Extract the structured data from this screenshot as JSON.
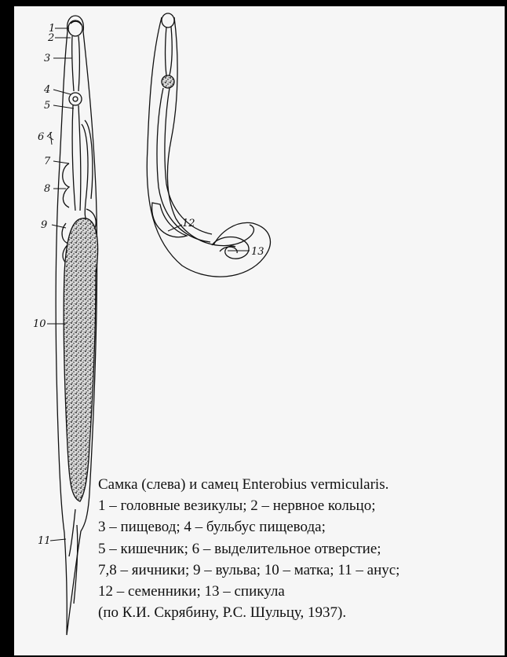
{
  "labels": {
    "l1": "1",
    "l2": "2",
    "l3": "3",
    "l4": "4",
    "l5": "5",
    "l6": "6",
    "l7": "7",
    "l8": "8",
    "l9": "9",
    "l10": "10",
    "l11": "11",
    "l12": "12",
    "l13": "13"
  },
  "caption": {
    "line1": "Самка (слева) и самец Enterobius vermicularis.",
    "line2": "1 – головные везикулы; 2 – нервное кольцо;",
    "line3": "3 – пищевод; 4 – бульбус пищевода;",
    "line4": "5 – кишечник; 6 – выделительное отверстие;",
    "line5": "7,8 – яичники; 9 – вульва; 10 – матка; 11 – анус;",
    "line6": "12 – семенники; 13 – спикула",
    "line7": "(по К.И. Скрябину, Р.С. Шульцу, 1937)."
  }
}
